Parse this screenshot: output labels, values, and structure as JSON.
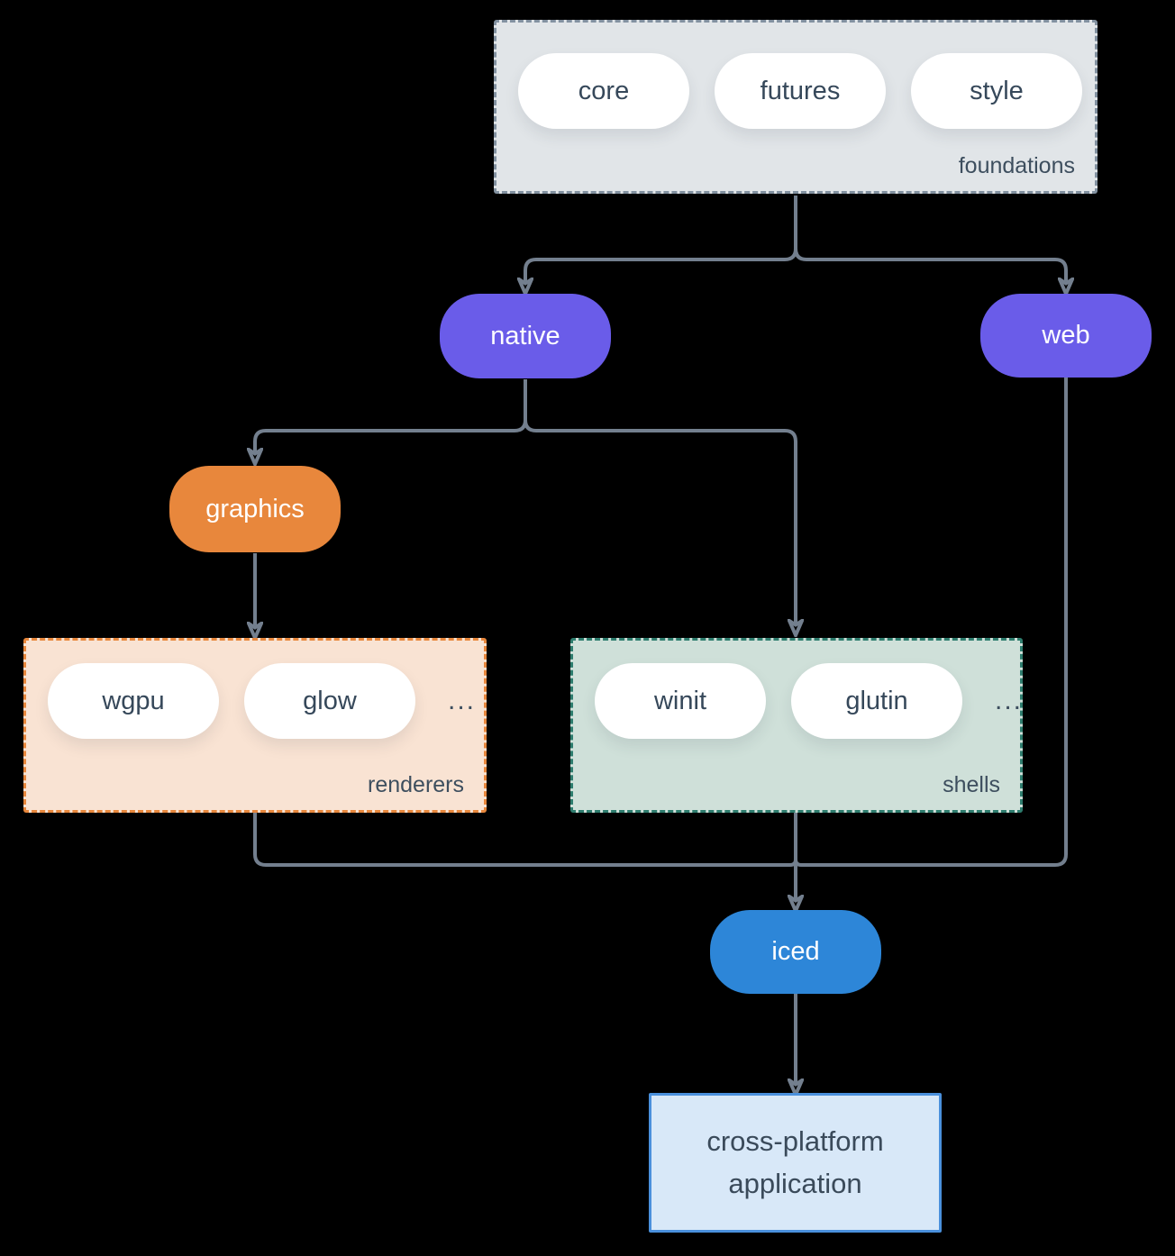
{
  "nodes": {
    "foundations": {
      "label": "foundations",
      "pills": [
        "core",
        "futures",
        "style"
      ]
    },
    "native": {
      "label": "native"
    },
    "web": {
      "label": "web"
    },
    "graphics": {
      "label": "graphics"
    },
    "renderers": {
      "label": "renderers",
      "pills": [
        "wgpu",
        "glow"
      ],
      "ellipsis": "..."
    },
    "shells": {
      "label": "shells",
      "pills": [
        "winit",
        "glutin"
      ],
      "ellipsis": "..."
    },
    "iced": {
      "label": "iced"
    },
    "application": {
      "line1": "cross-platform",
      "line2": "application"
    }
  },
  "colors": {
    "background": "#000000",
    "connector": "#737f8e",
    "node_purple": "#6a5ce9",
    "node_orange": "#e8873c",
    "node_blue": "#2d86d8",
    "foundations_fill": "#e1e5e8",
    "foundations_border": "#8291a0",
    "renderers_fill": "#f9e3d3",
    "renderers_border": "#e8873c",
    "shells_fill": "#cfe0d9",
    "shells_border": "#2e7d6e",
    "application_fill": "#d8e8f8",
    "application_border": "#4a90dc",
    "text_dark": "#36485a",
    "text_light": "#ffffff"
  }
}
